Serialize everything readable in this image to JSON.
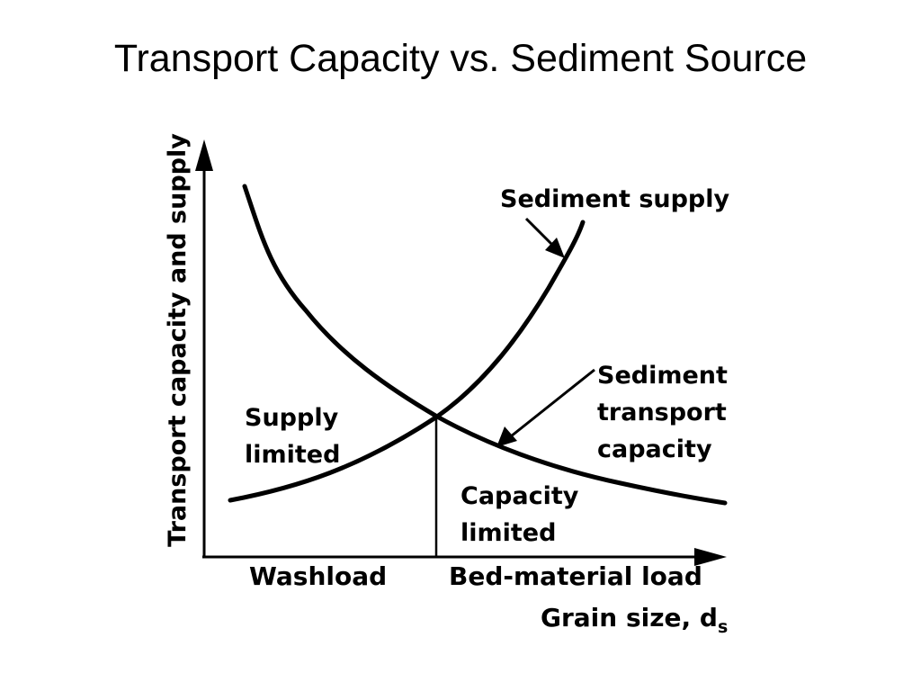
{
  "slide": {
    "title": "Transport Capacity vs. Sediment Source"
  },
  "diagram": {
    "y_axis_label": "Transport capacity and supply",
    "x_axis_label_main": "Grain size, d",
    "x_axis_label_sub": "s",
    "left_region_label": "Washload",
    "right_region_label": "Bed-material load",
    "supply_curve_label": "Sediment supply",
    "capacity_curve_label": [
      "Sediment",
      "transport",
      "capacity"
    ],
    "supply_limited_label": [
      "Supply",
      "limited"
    ],
    "capacity_limited_label": [
      "Capacity",
      "limited"
    ]
  },
  "colors": {
    "ink": "#000000",
    "background": "#ffffff"
  }
}
